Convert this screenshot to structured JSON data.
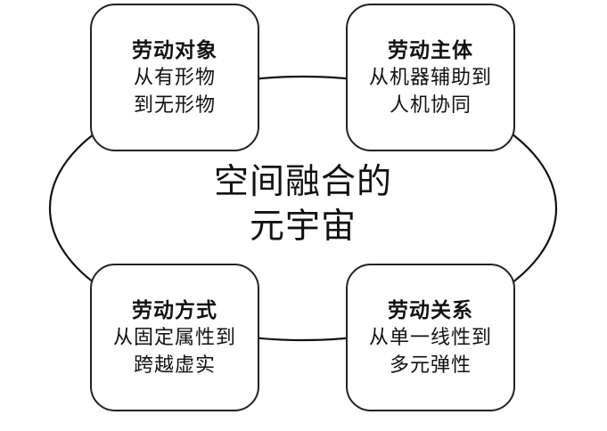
{
  "center": {
    "line1": "空间融合的",
    "line2": "元宇宙"
  },
  "boxes": [
    {
      "title": "劳动对象",
      "lines": [
        "从有形物",
        "到无形物"
      ]
    },
    {
      "title": "劳动主体",
      "lines": [
        "从机器辅助到",
        "人机协同"
      ]
    },
    {
      "title": "劳动方式",
      "lines": [
        "从固定属性到",
        "跨越虚实"
      ]
    },
    {
      "title": "劳动关系",
      "lines": [
        "从单一线性到",
        "多元弹性"
      ]
    }
  ]
}
